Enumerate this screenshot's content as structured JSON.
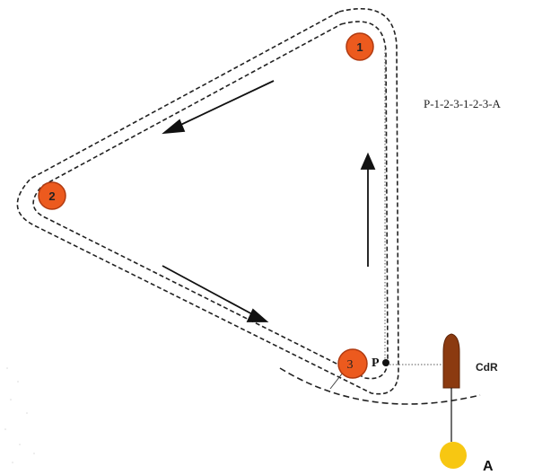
{
  "sequence_label": "P-1-2-3-1-2-3-A",
  "buoys": [
    {
      "label": "1",
      "color": "#ec5a1e"
    },
    {
      "label": "2",
      "color": "#ec5a1e"
    },
    {
      "label": "3",
      "color": "#ec5a1e"
    }
  ],
  "start_point": {
    "label": "P"
  },
  "committee_boat": {
    "label": "CdR",
    "color": "#8b3a10"
  },
  "end_mark": {
    "label": "A",
    "color": "#f7c712"
  },
  "colors": {
    "course_line": "#222222",
    "arrow": "#111111",
    "buoy_outline": "#b03a10",
    "dotted_line": "#7a7a7a"
  }
}
